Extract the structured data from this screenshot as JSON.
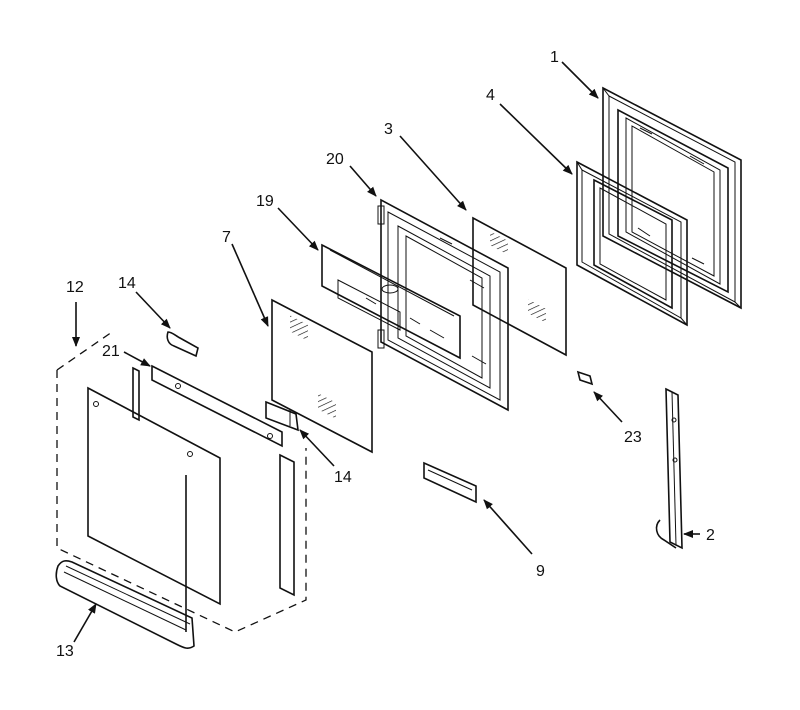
{
  "diagram": {
    "callouts": {
      "c1": "1",
      "c2": "2",
      "c3": "3",
      "c4": "4",
      "c7": "7",
      "c9": "9",
      "c12": "12",
      "c13": "13",
      "c14a": "14",
      "c14b": "14",
      "c19": "19",
      "c20": "20",
      "c21": "21",
      "c23": "23"
    }
  }
}
